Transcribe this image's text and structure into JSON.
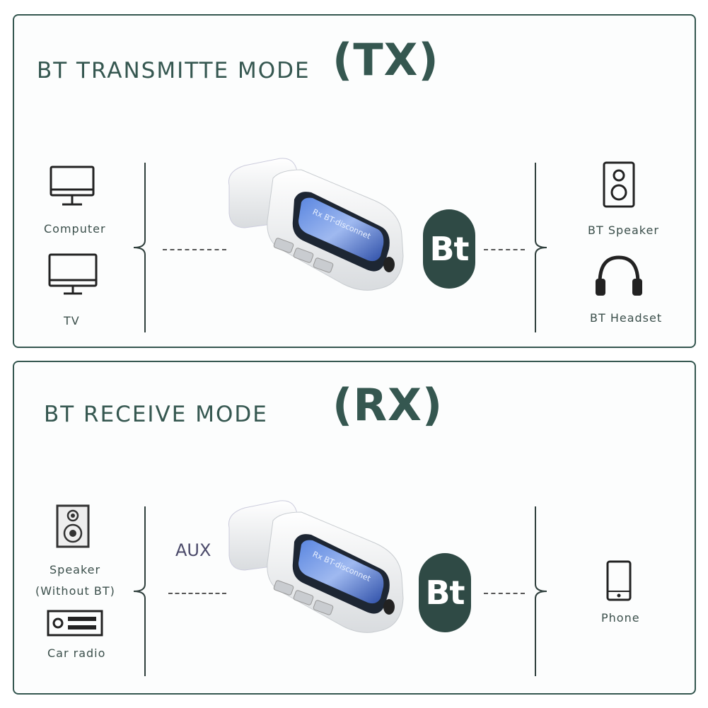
{
  "tx": {
    "title": "BT TRANSMITTE MODE",
    "code": "(TX)",
    "sources": [
      {
        "label": "Computer",
        "icon": "computer-monitor-icon"
      },
      {
        "label": "TV",
        "icon": "tv-icon"
      }
    ],
    "targets": [
      {
        "label": "BT Speaker",
        "icon": "speaker-icon"
      },
      {
        "label": "BT Headset",
        "icon": "headset-icon"
      }
    ],
    "badge": "Bt",
    "screen_text": "Rx  BT-disconnet"
  },
  "rx": {
    "title": "BT RECEIVE MODE",
    "code": "(RX)",
    "aux_label": "AUX",
    "sources": [
      {
        "label": "Speaker",
        "sublabel": "(Without BT)",
        "icon": "speaker-cabinet-icon"
      },
      {
        "label": "Car radio",
        "icon": "car-radio-icon"
      }
    ],
    "targets": [
      {
        "label": "Phone",
        "icon": "phone-icon"
      }
    ],
    "badge": "Bt",
    "screen_text": "Rx  BT-disconnet"
  },
  "colors": {
    "accent": "#355750",
    "badge_bg": "#2f4a45",
    "screen": "#3a64c8"
  }
}
